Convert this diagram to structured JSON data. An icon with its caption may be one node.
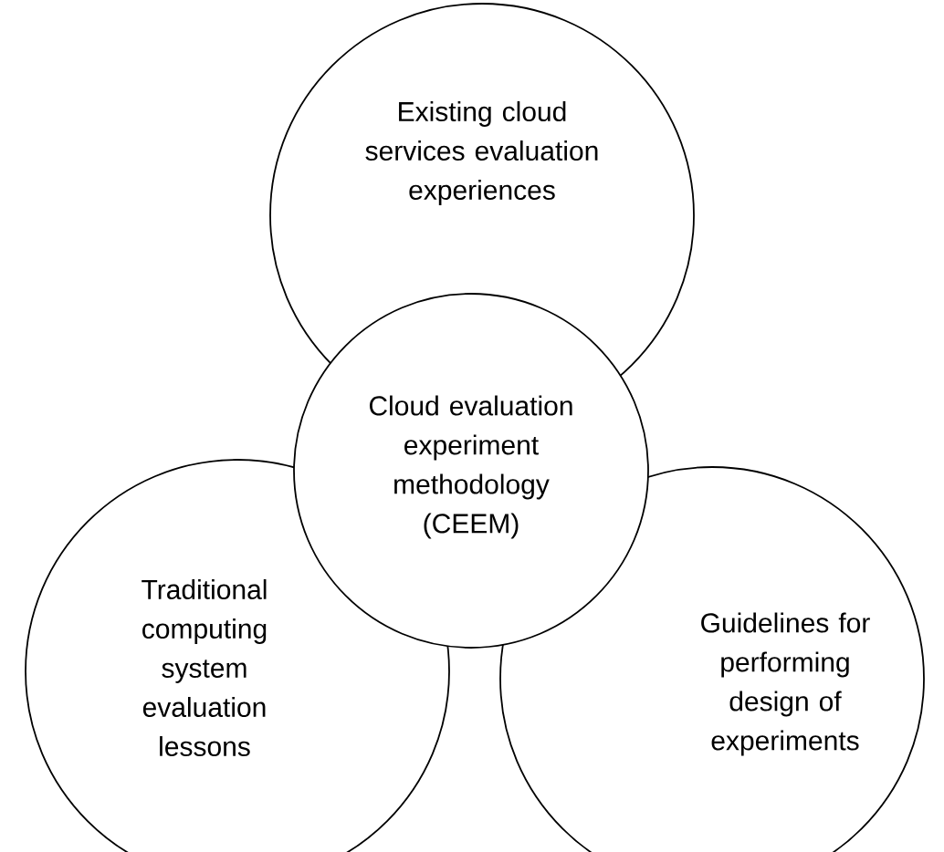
{
  "diagram": {
    "nodes": [
      {
        "text": [
          "Existing cloud services evaluation experiences"
        ]
      },
      {
        "text": [
          "Cloud evaluation experiment methodology (CEEM)"
        ]
      },
      {
        "text": [
          "Traditional computing system evaluation lessons"
        ]
      },
      {
        "text": [
          "Guidelines for performing design of experiments"
        ]
      }
    ]
  }
}
